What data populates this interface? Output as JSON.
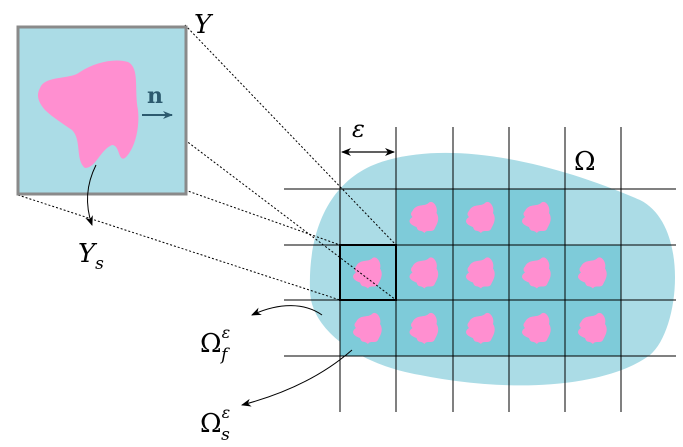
{
  "labels": {
    "cell": "Y",
    "solid_in_cell": "Y",
    "solid_in_cell_sub": "s",
    "normal": "n",
    "epsilon": "ε",
    "domain": "Ω",
    "fluid_domain": "Ω",
    "fluid_domain_sup": "ε",
    "fluid_domain_sub": "f",
    "solid_domain": "Ω",
    "solid_domain_sup": "ε",
    "solid_domain_sub": "s"
  },
  "colors": {
    "domain_fill": "#abdce6",
    "cell_fill": "#7ecbd9",
    "inclusion_fill": "#ff8fd0",
    "normal_arrow": "#2c5a6e",
    "inset_border": "#8a8a8a",
    "grid_line": "#000000"
  },
  "grid": {
    "filled_cells": [
      [
        0,
        1
      ],
      [
        0,
        2
      ],
      [
        0,
        3
      ],
      [
        1,
        0
      ],
      [
        1,
        1
      ],
      [
        1,
        2
      ],
      [
        1,
        3
      ],
      [
        1,
        4
      ],
      [
        2,
        0
      ],
      [
        2,
        1
      ],
      [
        2,
        2
      ],
      [
        2,
        3
      ],
      [
        2,
        4
      ]
    ],
    "highlighted_cell": [
      1,
      0
    ]
  }
}
